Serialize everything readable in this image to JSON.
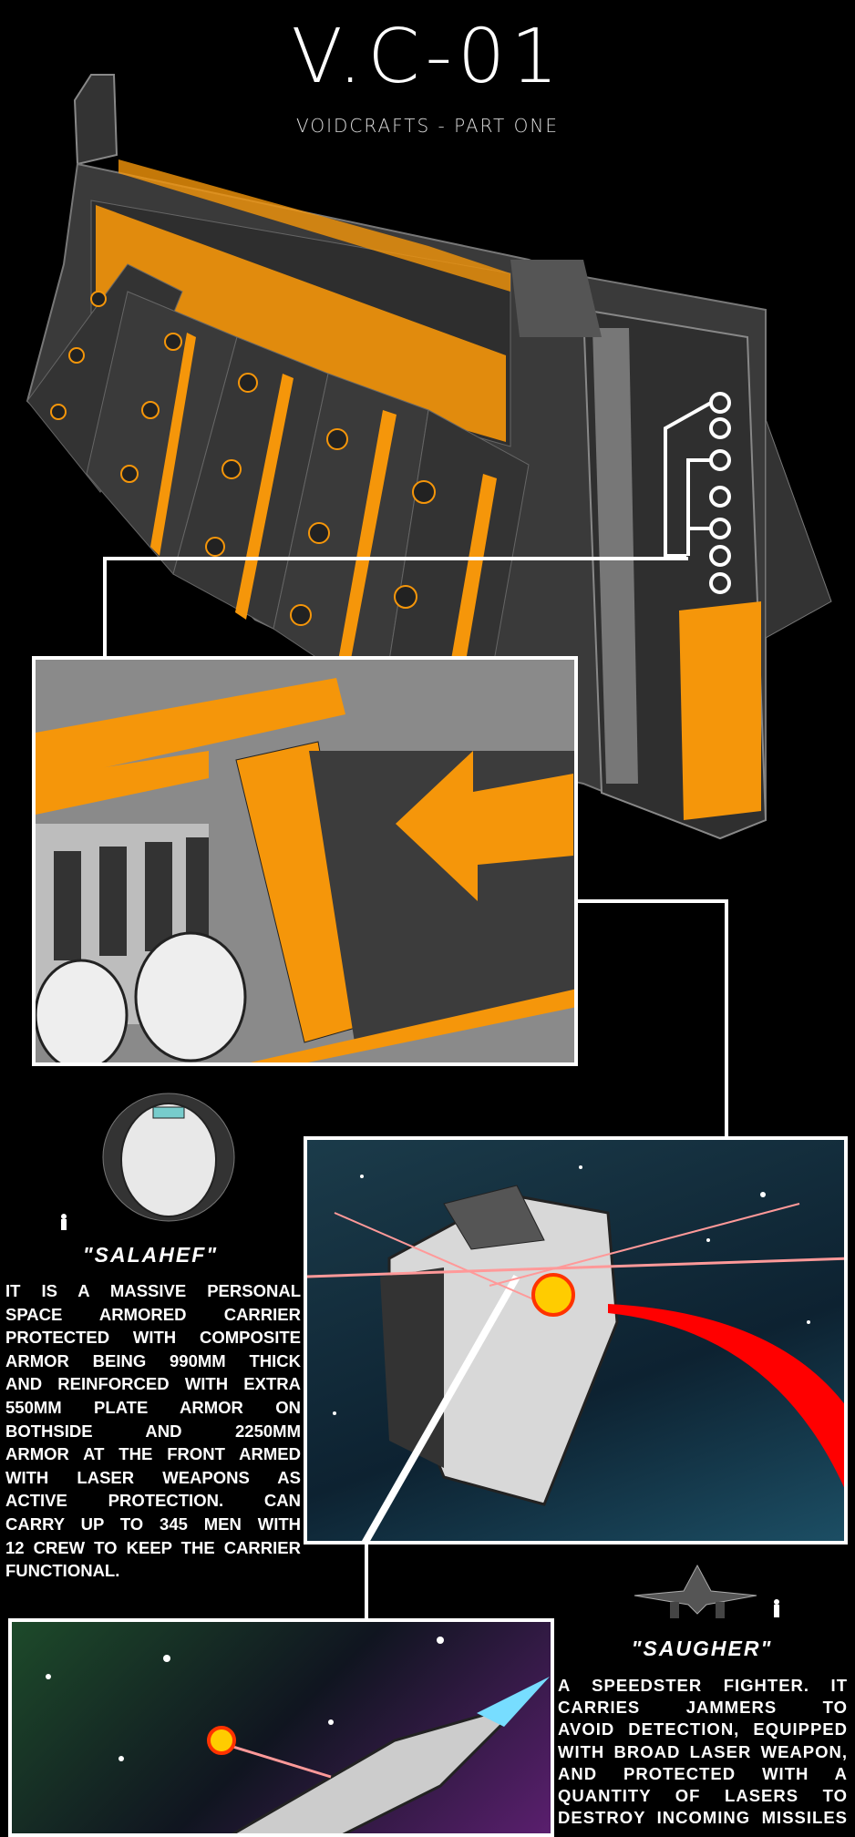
{
  "header": {
    "title": "V.C-01",
    "subtitle": "VOIDCRAFTS - PART ONE"
  },
  "colors": {
    "accent": "#f5960a",
    "hull": "#3a3a3a",
    "background": "#000000"
  },
  "salahef": {
    "name": "\"SALAHEF\"",
    "lines": [
      "IT IS A MASSIVE PERSONAL",
      "SPACE ARMORED CARRIER",
      "PROTECTED WITH COMPOSITE",
      "ARMOR BEING 990MM THICK",
      "AND REINFORCED WITH EXTRA",
      "550MM PLATE ARMOR ON",
      "BOTHSIDE AND 2250MM",
      "ARMOR AT THE FRONT ARMED",
      "WITH LASER WEAPONS AS",
      "ACTIVE PROTECTION. CAN",
      "CARRY UP TO 345 MEN WITH",
      "12 CREW TO KEEP THE CARRIER",
      "FUNCTIONAL."
    ]
  },
  "saugher": {
    "name": "\"SAUGHER\"",
    "lines": [
      "A SPEEDSTER FIGHTER. IT",
      "CARRIES JAMMERS TO",
      "AVOID DETECTION, EQUIPPED",
      "WITH BROAD LASER WEAPON,",
      "AND PROTECTED WITH A",
      "QUANTITY OF LASERS TO",
      "DESTROY INCOMING MISSILES"
    ]
  }
}
